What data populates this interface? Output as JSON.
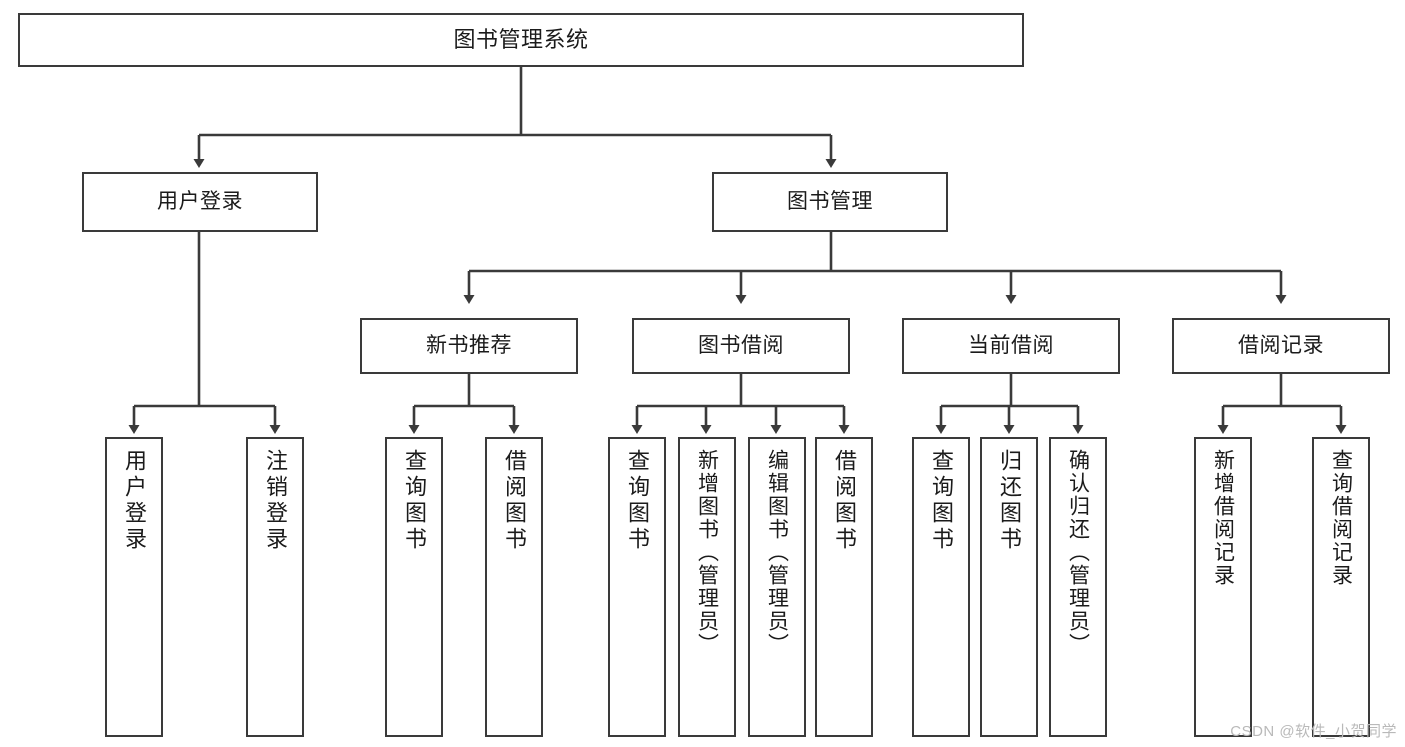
{
  "diagram": {
    "title": "图书管理系统",
    "watermark": "CSDN @软件_小贺同学",
    "line_color": "#3a3a3a",
    "box_fill": "#ffffff",
    "text_color": "#1b1b1b",
    "watermark_color": "#b9b9b9",
    "root": {
      "label": "图书管理系统"
    },
    "level1": [
      {
        "label": "用户登录"
      },
      {
        "label": "图书管理"
      }
    ],
    "level2": [
      {
        "label": "新书推荐"
      },
      {
        "label": "图书借阅"
      },
      {
        "label": "当前借阅"
      },
      {
        "label": "借阅记录"
      }
    ],
    "leaves": {
      "user_login": [
        {
          "label": "用户登录"
        },
        {
          "label": "注销登录"
        }
      ],
      "new_book": [
        {
          "label": "查询图书"
        },
        {
          "label": "借阅图书"
        }
      ],
      "book_borrow": [
        {
          "label": "查询图书"
        },
        {
          "label": "新增图书（管理员）"
        },
        {
          "label": "编辑图书（管理员）"
        },
        {
          "label": "借阅图书"
        }
      ],
      "current_borrow": [
        {
          "label": "查询图书"
        },
        {
          "label": "归还图书"
        },
        {
          "label": "确认归还（管理员）"
        }
      ],
      "borrow_record": [
        {
          "label": "新增借阅记录"
        },
        {
          "label": "查询借阅记录"
        }
      ]
    }
  }
}
